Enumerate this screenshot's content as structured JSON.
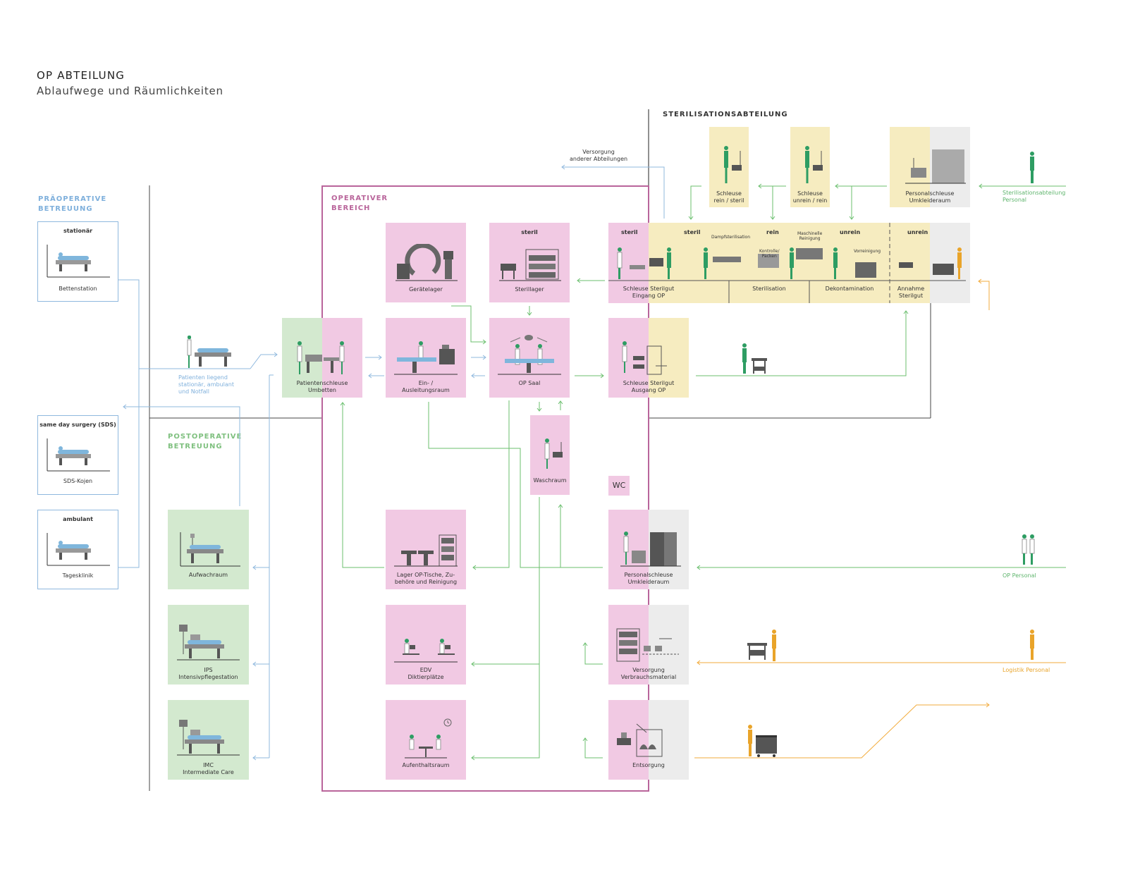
{
  "header": {
    "title": "OP ABTEILUNG",
    "subtitle": "Ablaufwege und Räumlichkeiten"
  },
  "sections": {
    "praeop": "PRÄOPERATIVE\nBETREUUNG",
    "postop": "POSTOPERATIVE\nBETREUUNG",
    "operativ": "OPERATIVER\nBEREICH",
    "steri": "STERILISATIONSABTEILUNG"
  },
  "rooms": {
    "bettenstation": {
      "top": "stationär",
      "label": "Bettenstation"
    },
    "sds": {
      "top": "same day surgery (SDS)",
      "label": "SDS-Kojen"
    },
    "tagesklinik": {
      "top": "ambulant",
      "label": "Tagesklinik"
    },
    "patientenschleuse": "Patientenschleuse\nUmbetten",
    "aufwachraum": "Aufwachraum",
    "ips": "IPS\nIntensivpflegestation",
    "imc": "IMC\nIntermediate Care",
    "geraetelager": "Gerätelager",
    "sterillager": {
      "top": "steril",
      "label": "Sterillager"
    },
    "einleitung": "Ein- /\nAusleitungsraum",
    "opsaal": "OP Saal",
    "waschraum": "Waschraum",
    "wc": "WC",
    "lager_optische": "Lager OP-Tische, Zu-\nbehöre und Reinigung",
    "edv": "EDV\nDiktierplätze",
    "aufenthalt": "Aufenthaltsraum",
    "schleuse_eingang": {
      "top": "steril",
      "label": "Schleuse Sterilgut\nEingang OP"
    },
    "schleuse_ausgang": "Schleuse Sterilgut\nAusgang OP",
    "personal_umkleide": "Personalschleuse\nUmkleideraum",
    "versorgung": "Versorgung\nVerbrauchsmaterial",
    "entsorgung": "Entsorgung",
    "schleuse_rein_steril": "Schleuse\nrein / steril",
    "schleuse_unrein_rein": "Schleuse\nunrein / rein",
    "steri_personalschleuse": "Personalschleuse\nUmkleideraum",
    "steri_band": {
      "steril": "steril",
      "rein": "rein",
      "unrein1": "unrein",
      "unrein2": "unrein",
      "sterilisation": "Sterilisation",
      "dekontamination": "Dekontamination",
      "annahme": "Annahme\nSterilgut",
      "dampf": "Dampfsterilisation",
      "kontrolle": "Kontrolle/\nPacken",
      "maschinelle": "Maschinelle\nReinigung",
      "vorreinigung": "Vorreinigung"
    }
  },
  "annotations": {
    "patienten": "Patienten liegend\nstationär, ambulant\nund Notfall",
    "versorgung_andere": "Versorgung\nanderer Abteilungen",
    "steri_personal": "Sterilisationsabteilung\nPersonal",
    "op_personal": "OP Personal",
    "logistik_personal": "Logistik Personal"
  },
  "colors": {
    "blue": "#8fb8de",
    "green": "#6bbf6e",
    "orange": "#f2ab3c",
    "pink": "#f1c9e3",
    "frame": "#b9659b",
    "figure_green": "#2e9d63",
    "figure_orange": "#e9a42a"
  }
}
